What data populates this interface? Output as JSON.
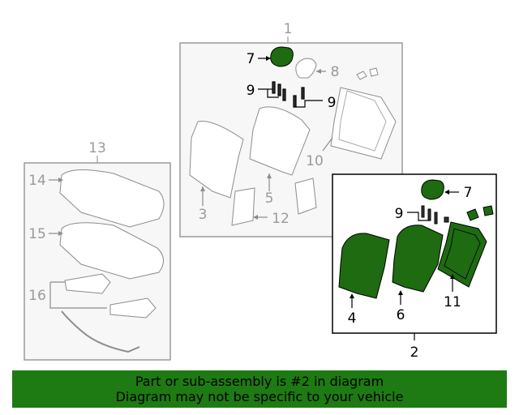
{
  "callouts": {
    "c1": "1",
    "c2": "2",
    "c3": "3",
    "c4": "4",
    "c5": "5",
    "c6": "6",
    "c7a": "7",
    "c7b": "7",
    "c8": "8",
    "c9a": "9",
    "c9b": "9",
    "c9c": "9",
    "c10": "10",
    "c11": "11",
    "c12": "12",
    "c13": "13",
    "c14": "14",
    "c15": "15",
    "c16": "16"
  },
  "banner": {
    "line1": "Part or sub-assembly is #2 in diagram",
    "line2": "Diagram may not be specific to your vehicle"
  },
  "colors": {
    "highlight": "#1e6b12",
    "banner_bg": "#1e7a12",
    "gray_line": "#9a9a9a",
    "box_bg": "#f7f7f7"
  }
}
